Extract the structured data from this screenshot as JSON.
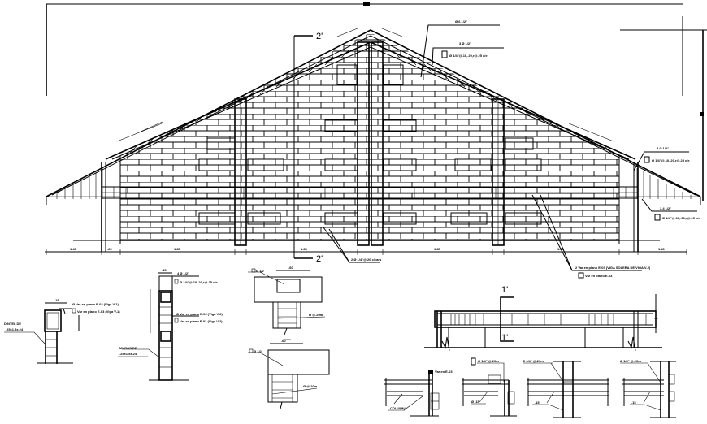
{
  "drawing": {
    "type": "architectural-elevation-detail",
    "background": "#ffffff",
    "line_color": "#000000"
  },
  "elevation": {
    "name": "gable-brick-wall-elevation",
    "overall_dimension": "---",
    "section_marks": {
      "top": "2'",
      "bottom": "2'"
    },
    "callouts": [
      {
        "line1": "Ø 6 1/2\"",
        "line2": ""
      },
      {
        "line1": "3 Ø 1/2\"",
        "line2": "Ø 1/4\"@.10,.20,r@.25 c/e"
      },
      {
        "line1": "3 Ø 1/2\"",
        "line2": "Ø 1/4\"@.10,.20,r@.25 c/e"
      },
      {
        "line1": "3.4 1/2\"",
        "line2": "Ø 1/4\"@.10,.20,r@.25 c/e"
      },
      {
        "line1": "2 Ø 1/4\"@.20 c/cara",
        "line2": ""
      },
      {
        "line1": "2 Var en plano E-03 (VIGA SOLERA DE VIGA V-2)",
        "line2": "Var en plano E-03"
      }
    ],
    "bottom_dimensions": [
      "1.40",
      ".25",
      "1.85",
      ".25",
      "1.85",
      ".25",
      "1.85",
      ".25",
      "1.85",
      ".25",
      "1.40"
    ]
  },
  "details": {
    "lintel_detail": {
      "label_left": [
        "DINTEL DE",
        ".25x1.5x.24"
      ],
      "label_right": [
        "MUROS DE",
        ".25x1.5x.24"
      ],
      "width_dim": ".15",
      "notes": [
        "Ø Var en plano E-03 (Viga V-1)",
        "Var en plano E-03 (Viga V-1)"
      ]
    },
    "column_detail": {
      "width_dim": ".15",
      "notes": [
        "4 Ø 1/2\"",
        "Ø 1/4\"@.10,.20,r@.25 c/e",
        "Ø Var en plano E-03 (Viga V-2)",
        "Var en plano E-03 (Viga V-2)"
      ]
    },
    "beam_sections": [
      {
        "dim": ".60",
        "tag": "Ø 1/2",
        "note": "Ø @.20m"
      },
      {
        "dim": ".60",
        "tag": "Ø 1/2",
        "note": "Ø @.20m"
      }
    ],
    "wall_section": {
      "cut_marks": {
        "top": "1'",
        "bottom": "1'"
      },
      "tag": "Var en E-03"
    },
    "connection_details": [
      {
        "tag": "Var en E-03",
        "labels": [
          ".15",
          "COLUMNA"
        ]
      },
      {
        "tag": "Ø 1/4\" @.20m",
        "labels": [
          "Ø .15"
        ]
      },
      {
        "tag": "Ø 1/4\" @.20m",
        "labels": [
          ".15"
        ]
      },
      {
        "tag": "Ø 1/4\" @.20m",
        "labels": [
          ".15"
        ]
      }
    ]
  }
}
